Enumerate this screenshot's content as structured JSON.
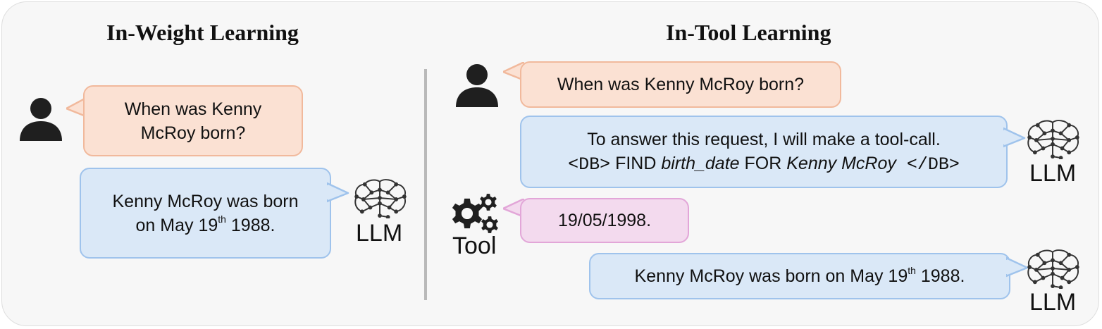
{
  "left": {
    "title": "In-Weight Learning",
    "question": [
      "When was Kenny",
      "McRoy born?"
    ],
    "answer": {
      "line1": "Kenny McRoy was born",
      "line2_pre": "on May 19",
      "line2_sup": "th",
      "line2_post": " 1988."
    },
    "llm_label": "LLM"
  },
  "right": {
    "title": "In-Tool Learning",
    "question": "When was Kenny McRoy born?",
    "toolcall": {
      "line1": "To answer this request, I will make a tool-call.",
      "open_tag": "<DB>",
      "find": " FIND ",
      "field": "birth_date",
      "for": " FOR ",
      "entity": "Kenny McRoy",
      "close_tag": " </DB>"
    },
    "llm_label_1": "LLM",
    "tool_result": "19/05/1998.",
    "tool_label": "Tool",
    "answer": {
      "pre": "Kenny McRoy was born on May 19",
      "sup": "th",
      "post": " 1988."
    },
    "llm_label_2": "LLM"
  },
  "colors": {
    "user_fill": "#fbe1d3",
    "llm_fill": "#dae8f7",
    "tool_fill": "#f3daee"
  },
  "icons": [
    "user-icon",
    "brain-network-icon",
    "gears-icon"
  ]
}
